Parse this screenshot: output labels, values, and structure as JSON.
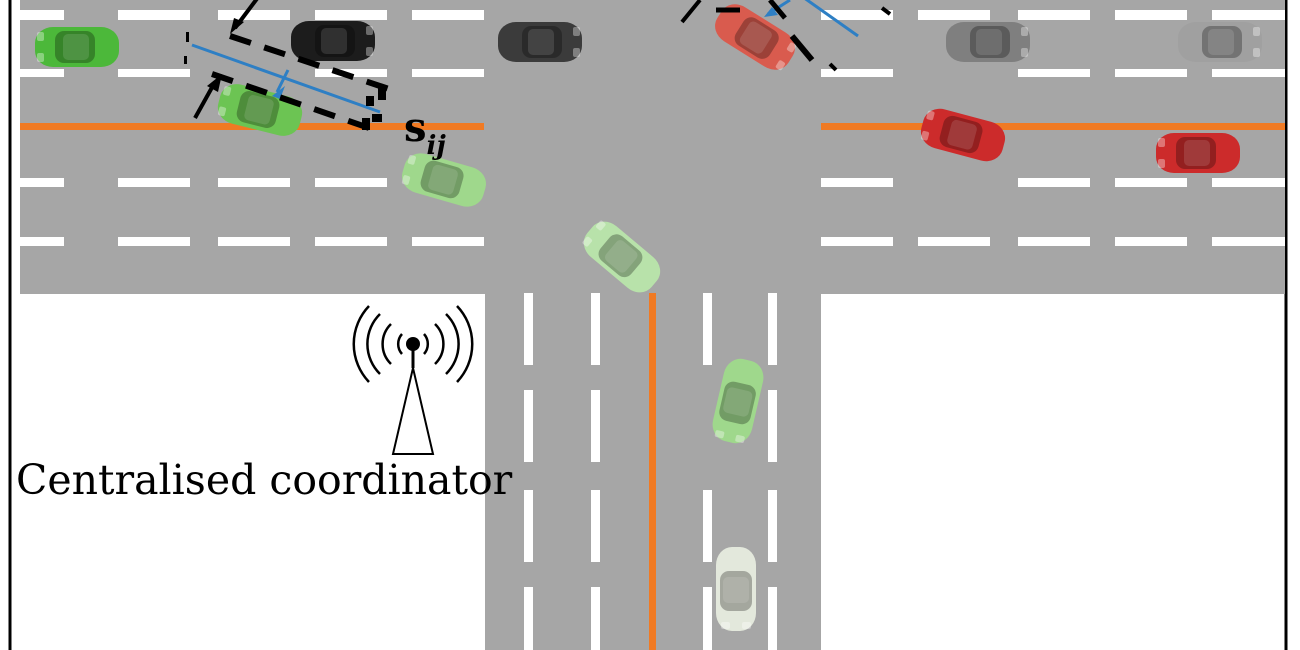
{
  "annotations": {
    "coordinator_label": "Centralised coordinator",
    "spacing_symbol": "s",
    "spacing_subscript": "ij"
  },
  "colors": {
    "road": "#a6a6a6",
    "lane_marking": "#ffffff",
    "centerline": "#f07a23",
    "border": "#000000",
    "spacing_line": "#2e7fc4",
    "vehicle_dark_green": "#4cb83a",
    "vehicle_mid_green": "#6cc453",
    "vehicle_light_green": "#9fd88c",
    "vehicle_pale_green": "#b8e2aa",
    "vehicle_red": "#cc2b2b",
    "vehicle_light_red": "#d95b4e",
    "vehicle_black": "#1c1c1c",
    "vehicle_dark_grey": "#3b3b3b",
    "vehicle_grey": "#7f7f7f",
    "vehicle_light_grey": "#a0a0a0",
    "vehicle_white": "#e3e8dc"
  },
  "icons": {
    "tower": "radio-tower-icon"
  }
}
